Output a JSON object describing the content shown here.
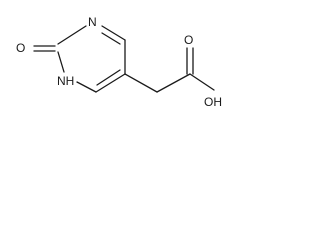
{
  "molecule": {
    "labels": {
      "carbonyl_oxygen": "O",
      "ring_nitrogen_top": "N",
      "ring_nh": "NH",
      "carboxyl_oxygen": "O",
      "hydroxyl": "OH"
    },
    "bond_color": "#1a1a1a",
    "label_color": "#1a1a1a"
  }
}
